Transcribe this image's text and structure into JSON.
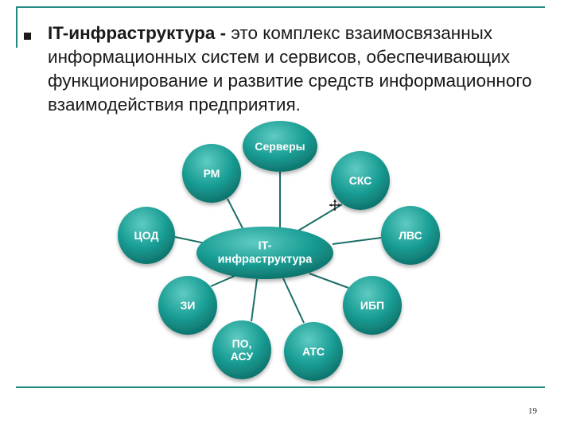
{
  "intro": {
    "term": "IT-инфраструктура -",
    "definition": " это комплекс взаимосвязанных  информационных систем и сервисов, обеспечивающих функционирование и развитие средств информационного взаимодействия предприятия."
  },
  "diagram": {
    "center": {
      "id": "center",
      "lines": [
        "IT-",
        "инфраструктура"
      ]
    },
    "nodes": [
      {
        "id": "servers",
        "lines": [
          "Серверы"
        ]
      },
      {
        "id": "rm",
        "lines": [
          "РМ"
        ]
      },
      {
        "id": "sks",
        "lines": [
          "СКС"
        ]
      },
      {
        "id": "cod",
        "lines": [
          "ЦОД"
        ]
      },
      {
        "id": "lvs",
        "lines": [
          "ЛВС"
        ]
      },
      {
        "id": "zi",
        "lines": [
          "ЗИ"
        ]
      },
      {
        "id": "ibp",
        "lines": [
          "ИБП"
        ]
      },
      {
        "id": "po-asu",
        "lines": [
          "ПО,",
          "АСУ"
        ]
      },
      {
        "id": "ats",
        "lines": [
          "АТС"
        ]
      }
    ],
    "colors": {
      "node": "#1a9e95",
      "node_light": "#5fcbc2",
      "node_dark": "#0c6d66",
      "connector": "#1b6e67"
    }
  },
  "page_number": "19"
}
